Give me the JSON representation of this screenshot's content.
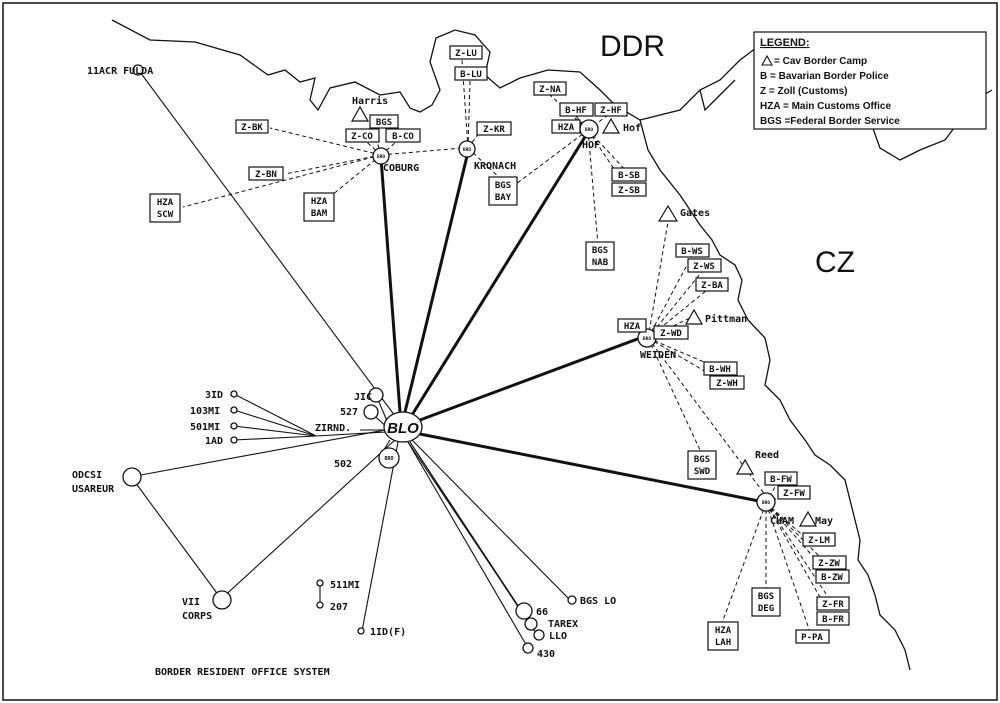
{
  "regions": {
    "ddr": "DDR",
    "cz": "CZ"
  },
  "legend": {
    "title": "LEGEND:",
    "items": [
      "= Cav Border Camp",
      "B = Bavarian Border Police",
      "Z = Zoll  (Customs)",
      "HZA = Main Customs Office",
      "BGS =Federal Border Service"
    ]
  },
  "caption": "BORDER RESIDENT OFFICE SYSTEM",
  "hub": {
    "label": "BLO"
  },
  "small_node_label": "BRO",
  "offices": {
    "fulda": "11ACR FULDA",
    "coburg": "COBURG",
    "kronach": "KRONACH",
    "hof": "HOF",
    "weiden": "WEIDEN",
    "cham": "CHAM"
  },
  "camps": {
    "harris": "Harris",
    "hof": "Hof",
    "gates": "Gates",
    "pittman": "Pittman",
    "reed": "Reed",
    "may": "May"
  },
  "units": {
    "id3": "3ID",
    "mi103": "103MI",
    "mi501": "501MI",
    "ad1": "1AD",
    "jic": "JIC",
    "u527": "527",
    "zirnd": "ZIRND.",
    "u502": "502",
    "odcsi_1": "ODCSI",
    "odcsi_2": "USAREUR",
    "vii_1": "VII",
    "vii_2": "CORPS",
    "mi511": "511MI",
    "u207": "207",
    "id1f": "1ID(F)",
    "u66": "66",
    "tarex": "TAREX",
    "llo": "LLO",
    "u430": "430",
    "bgslo": "BGS LO"
  },
  "boxes": {
    "coburg": [
      "Z-BK",
      "BGS",
      "Z-CO",
      "B-CO",
      "Z-BN"
    ],
    "hza_scw": [
      "HZA",
      "SCW"
    ],
    "hza_bam": [
      "HZA",
      "BAM"
    ],
    "kronach": [
      "Z-LU",
      "B-LU",
      "Z-KR"
    ],
    "bgs_bay": [
      "BGS",
      "BAY"
    ],
    "hof": [
      "Z-NA",
      "B-HF",
      "Z-HF",
      "HZA",
      "B-SB",
      "Z-SB"
    ],
    "bgs_nab": [
      "BGS",
      "NAB"
    ],
    "weiden": [
      "B-WS",
      "Z-WS",
      "Z-BA",
      "HZA",
      "Z-WD",
      "B-WH",
      "Z-WH"
    ],
    "bgs_swd": [
      "BGS",
      "SWD"
    ],
    "cham": [
      "B-FW",
      "Z-FW",
      "Z-LM",
      "Z-ZW",
      "B-ZW",
      "Z-FR",
      "B-FR",
      "P-PA"
    ],
    "bgs_deg": [
      "BGS",
      "DEG"
    ],
    "hza_lah": [
      "HZA",
      "LAH"
    ]
  }
}
